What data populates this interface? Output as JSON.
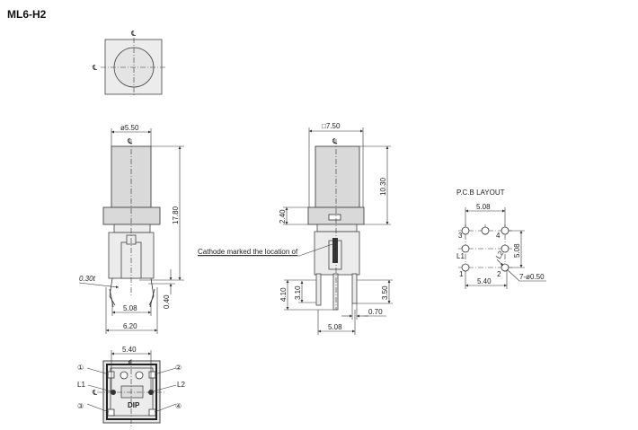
{
  "title": "ML6-H2",
  "centerline_symbol": "℄",
  "top_view": {},
  "side_view": {
    "diameter": "ø5.50",
    "height": "17.80",
    "gap": "0.40",
    "pitch": "5.08",
    "width": "6.20",
    "thickness": "0.30t"
  },
  "front_view": {
    "square": "□7.50",
    "cap_height": "10.30",
    "flange": "2.40",
    "cathode_note": "Cathode marked the location of",
    "pin_long": "4.10",
    "pin_short": "3.10",
    "pin_right": "3.50",
    "pin_width": "0.70",
    "pitch": "5.08"
  },
  "bottom_view": {
    "width": "5.40",
    "pins": [
      "①",
      "②",
      "③",
      "④"
    ],
    "leds": [
      "L1",
      "L2"
    ],
    "marking": "DIP"
  },
  "pcb_layout": {
    "title": "P.C.B  LAYOUT",
    "pitch_top": "5.08",
    "pitch_right": "5.08",
    "pitch_bottom": "5.40",
    "holes": "7-ø0.50",
    "labels": [
      "3",
      "4",
      "L1",
      "L2",
      "1",
      "2"
    ]
  }
}
